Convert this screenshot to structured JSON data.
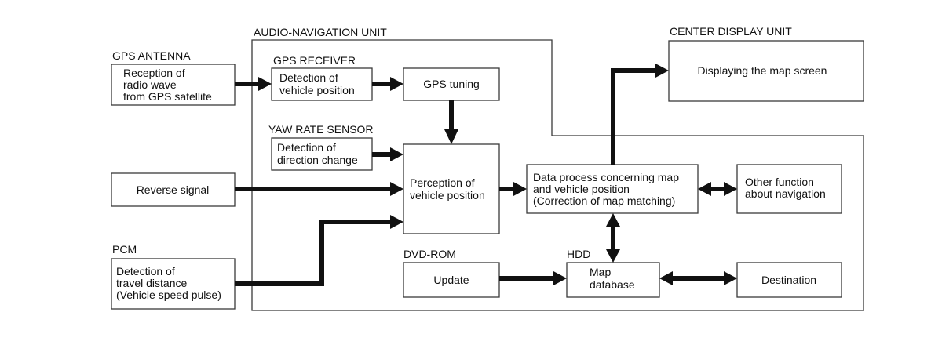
{
  "headers": {
    "audio_navigation_unit": "AUDIO-NAVIGATION UNIT",
    "center_display_unit": "CENTER DISPLAY UNIT",
    "gps_antenna": "GPS ANTENNA",
    "gps_receiver": "GPS RECEIVER",
    "yaw_rate_sensor": "YAW RATE SENSOR",
    "pcm": "PCM",
    "dvd_rom": "DVD-ROM",
    "hdd": "HDD"
  },
  "boxes": {
    "gps_antenna": [
      "Reception of",
      "radio wave",
      "from GPS satellite"
    ],
    "gps_receiver": [
      "Detection of",
      "vehicle position"
    ],
    "gps_tuning": [
      "GPS tuning"
    ],
    "yaw_rate": [
      "Detection of",
      "direction change"
    ],
    "reverse": [
      "Reverse signal"
    ],
    "perception": [
      "Perception of",
      "vehicle position"
    ],
    "data_process": [
      "Data process concerning map",
      "and vehicle position",
      "(Correction of map matching)"
    ],
    "other_function": [
      "Other function",
      "about navigation"
    ],
    "display": [
      "Displaying the map screen"
    ],
    "pcm": [
      "Detection of",
      "travel distance",
      "(Vehicle speed pulse)"
    ],
    "update": [
      "Update"
    ],
    "map_db": [
      "Map",
      "database"
    ],
    "destination": [
      "Destination"
    ]
  }
}
